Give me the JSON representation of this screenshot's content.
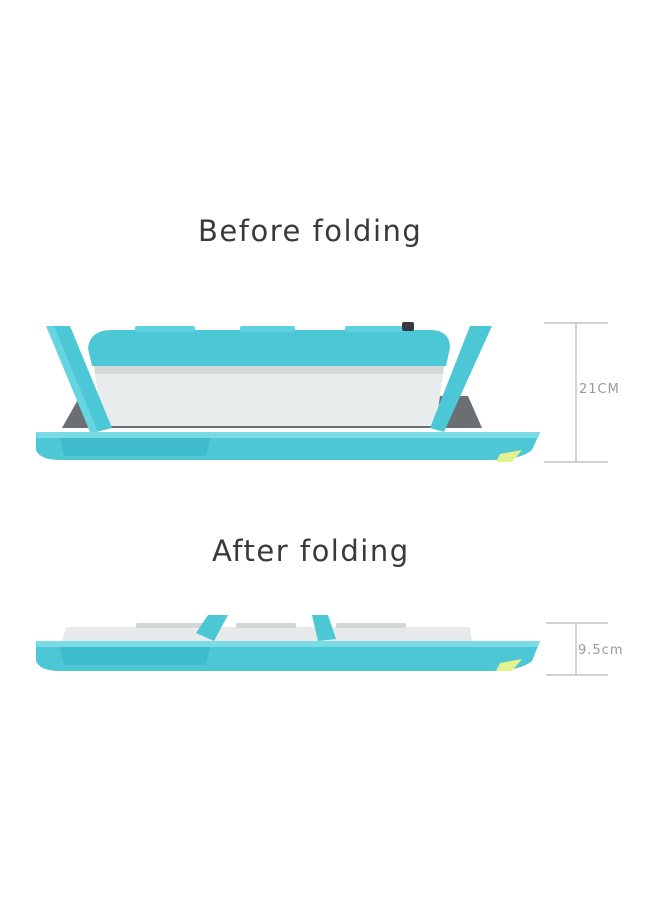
{
  "before": {
    "heading": "Before folding",
    "dimension_label": "21CM"
  },
  "after": {
    "heading": "After folding",
    "dimension_label": "9.5cm"
  },
  "colors": {
    "body_teal": "#4cc7d6",
    "body_teal_dark": "#2eaabd",
    "basin_inner": "#e9ecec",
    "shadow_gray": "#6b6f72",
    "text": "#3a3a3a",
    "dimension_line": "#b8b8b8"
  }
}
